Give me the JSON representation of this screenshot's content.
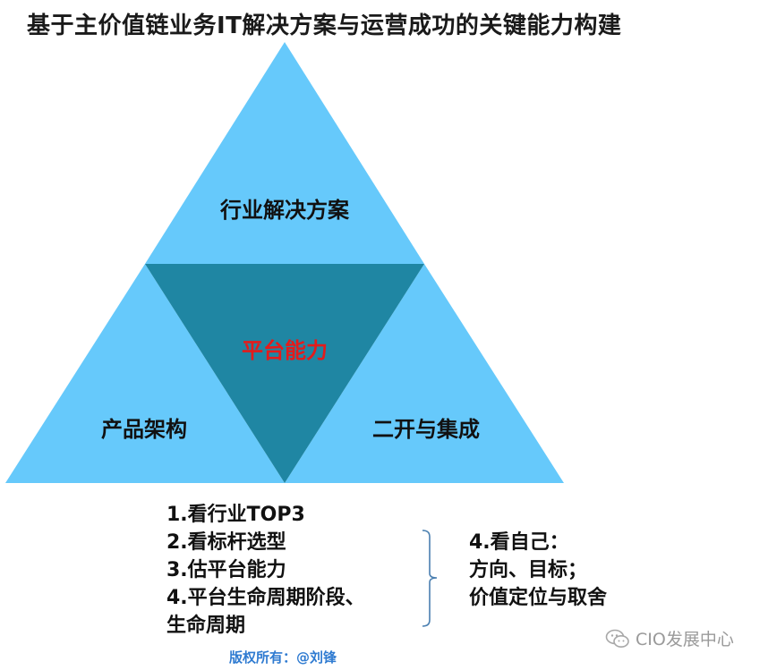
{
  "title": "基于主价值链业务IT解决方案与运营成功的关键能力构建",
  "triangles": {
    "top": "行业解决方案",
    "center": "平台能力",
    "left": "产品架构",
    "right": "二开与集成"
  },
  "colors": {
    "outer_fill": "#66c9fb",
    "center_fill": "#1f86a3",
    "center_text": "#e41b1b",
    "bracket": "#4a7fb0",
    "copyright": "#2f7bd1"
  },
  "steps": [
    "1.看行业TOP3",
    "2.看标杆选型",
    "3.估平台能力",
    "4.平台生命周期阶段、",
    "生命周期"
  ],
  "self_review": [
    "4.看自己：",
    "方向、目标；",
    "价值定位与取舍"
  ],
  "copyright": "版权所有：@刘锋",
  "watermark": {
    "icon": "wechat-icon",
    "text": "CIO发展中心"
  }
}
